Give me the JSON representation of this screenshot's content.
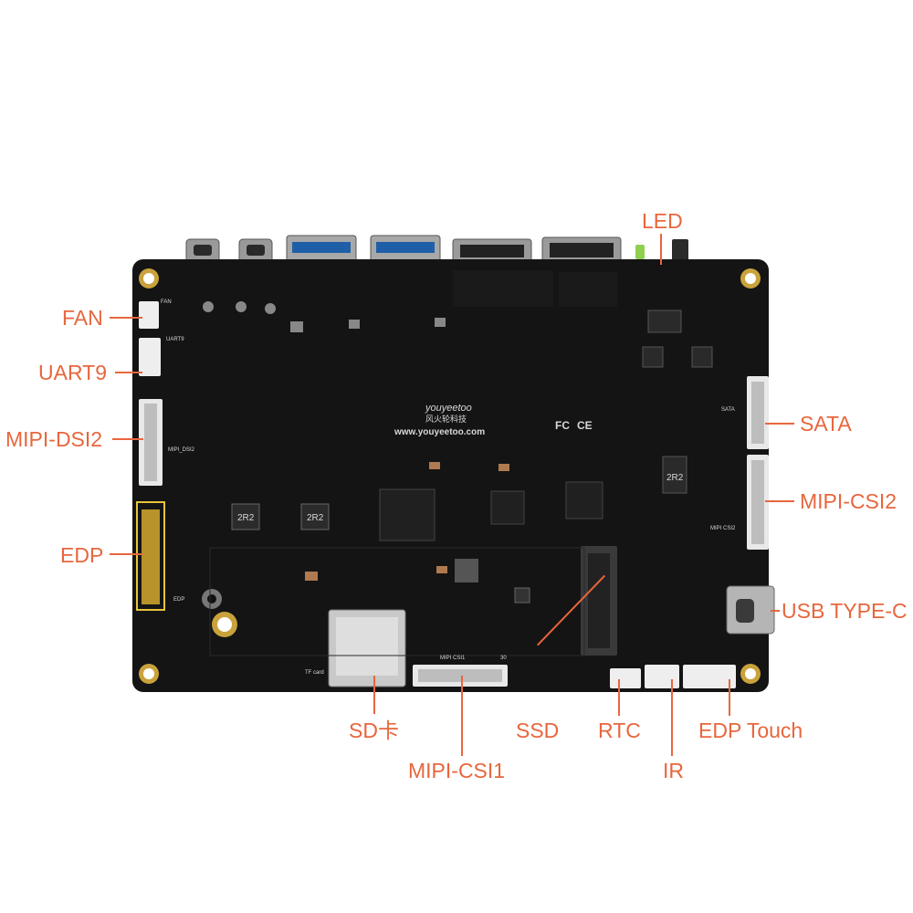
{
  "board": {
    "brand_name": "youyeetoo",
    "brand_cn": "风火轮科技",
    "website": "www.youyeetoo.com",
    "inductor_marks": [
      "2R2",
      "2R2",
      "2R2"
    ],
    "silkscreen": {
      "fan": "FAN",
      "uart": "UART9",
      "mipi_dsi": "MIPI_DSI2",
      "edp": "EDP",
      "sata": "SATA",
      "mipi_csi2": "MIPI CSI2",
      "mipi_csi1": "MIPI CSI1",
      "tf_card": "TF card",
      "pin30": "30"
    },
    "cert_marks": [
      "FC",
      "CE"
    ],
    "colors": {
      "pcb": "#141414",
      "silkscreen": "#d8d8d8",
      "callout": "#e8663d",
      "gold": "#c9a23b"
    }
  },
  "callouts": {
    "led": "LED",
    "fan": "FAN",
    "uart9": "UART9",
    "mipi_dsi2": "MIPI-DSI2",
    "edp": "EDP",
    "sata": "SATA",
    "mipi_csi2": "MIPI-CSI2",
    "usb_type_c": "USB TYPE-C",
    "sd_card": "SD卡",
    "mipi_csi1": "MIPI-CSI1",
    "ssd": "SSD",
    "rtc": "RTC",
    "ir": "IR",
    "edp_touch": "EDP Touch"
  }
}
